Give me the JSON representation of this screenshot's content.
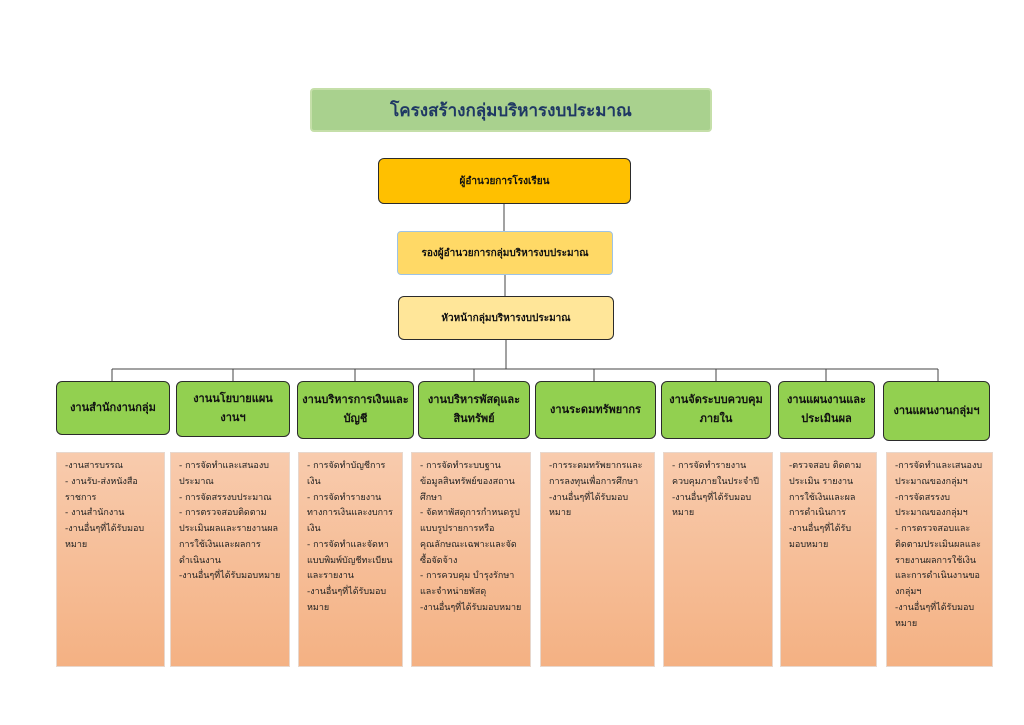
{
  "title": "โครงสร้างกลุ่มบริหารงบประมาณ",
  "director": "ผู้อำนวยการโรงเรียน",
  "deputy": "รองผู้อำนวยการกลุ่มบริหารงบประมาณ",
  "head": "หัวหน้ากลุ่มบริหารงบประมาณ",
  "units": [
    {
      "name": "งานสำนักงานกลุ่ม",
      "duties": [
        "-งานสารบรรณ",
        "- งานรับ-ส่งหนังสือราชการ",
        "- งานสำนักงาน",
        "-งานอื่นๆที่ได้รับมอบหมาย"
      ]
    },
    {
      "name": "งานนโยบายแผนงานฯ",
      "duties": [
        "- การจัดทำและเสนองบประมาณ",
        "- การจัดสรรงบประมาณ",
        "- การตรวจสอบติดตามประเมินผลและรายงานผลการใช้เงินและผลการดำเนินงาน",
        "-งานอื่นๆที่ได้รับมอบหมาย"
      ]
    },
    {
      "name": "งานบริหารการเงินและบัญชี",
      "duties": [
        "- การจัดทำบัญชีการเงิน",
        "- การจัดทำรายงานทางการเงินและงบการเงิน",
        "- การจัดทำและจัดหาแบบพิมพ์บัญชีทะเบียนและรายงาน",
        "-งานอื่นๆที่ได้รับมอบหมาย"
      ]
    },
    {
      "name": "งานบริหารพัสดุและสินทรัพย์",
      "duties": [
        "- การจัดทำระบบฐานข้อมูลสินทรัพย์ของสถานศึกษา",
        "- จัดหาพัสดุการกำหนดรูปแบบรูปรายการหรือคุณลักษณะเฉพาะและจัดซื้อจัดจ้าง",
        "- การควบคุม บำรุงรักษาและจำหน่ายพัสดุ",
        "-งานอื่นๆที่ได้รับมอบหมาย"
      ]
    },
    {
      "name": "งานระดมทรัพยากร",
      "duties": [
        "-การระดมทรัพยากรและการลงทุนเพื่อการศึกษา",
        "-งานอื่นๆที่ได้รับมอบหมาย"
      ]
    },
    {
      "name": "งานจัดระบบควบคุมภายใน",
      "duties": [
        "- การจัดทำรายงานควบคุมภายในประจำปี",
        "-งานอื่นๆที่ได้รับมอบหมาย"
      ]
    },
    {
      "name": "งานแผนงานและประเมินผล",
      "duties": [
        "-ตรวจสอบ ติดตามประเมิน รายงานการใช้เงินและผลการดำเนินการ",
        "-งานอื่นๆที่ได้รับมอบหมาย"
      ]
    },
    {
      "name": "งานแผนงานกลุ่มฯ",
      "duties": [
        "-การจัดทำและเสนองบประมาณของกลุ่มฯ",
        "-การจัดสรรงบประมาณของกลุ่มฯ",
        "- การตรวจสอบและติดตามประเมินผลและรายงานผลการใช้เงินและการดำเนินงานของกลุ่มฯ",
        "-งานอื่นๆที่ได้รับมอบหมาย"
      ]
    }
  ]
}
